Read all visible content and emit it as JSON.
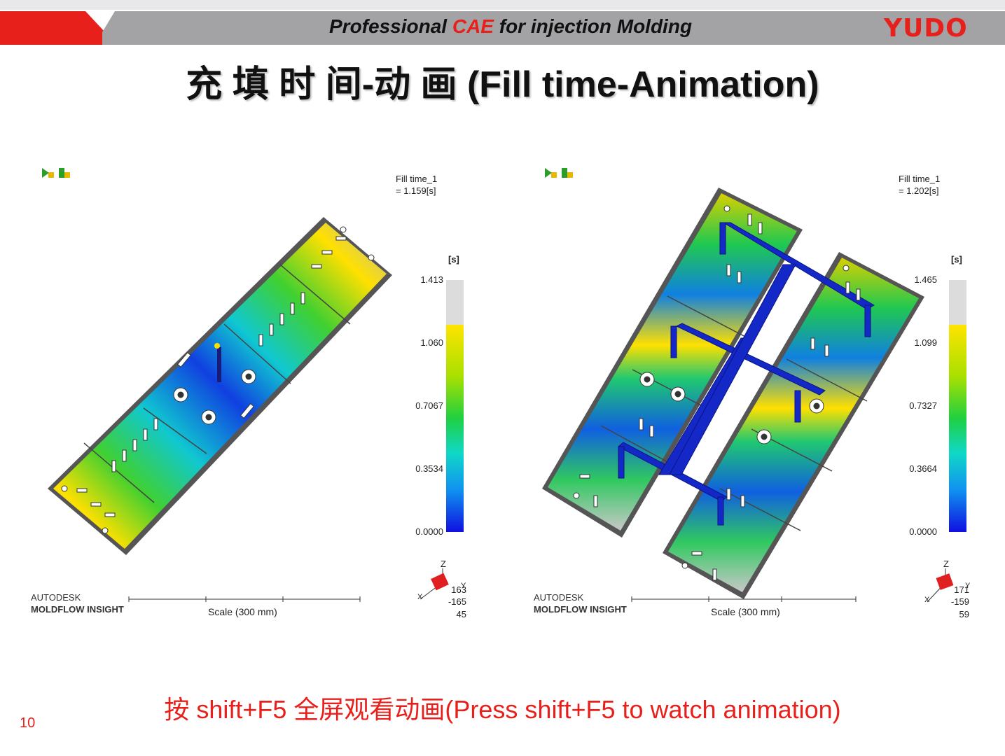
{
  "header": {
    "banner_prefix": "Professional ",
    "banner_highlight": "CAE",
    "banner_suffix": " for injection Molding",
    "logo": "YUDO",
    "colors": {
      "red": "#e8201c",
      "grey": "#a3a3a6"
    }
  },
  "title": "充 填 时 间-动 画 (Fill  time-Animation)",
  "panels": [
    {
      "fill_label_line1": "Fill time_1",
      "fill_label_line2": "= 1.159[s]",
      "unit": "[s]",
      "ticks": [
        "1.413",
        "1.060",
        "0.7067",
        "0.3534",
        "0.0000"
      ],
      "autodesk": "AUTODESK",
      "moldflow": "MOLDFLOW INSIGHT",
      "scale_label": "Scale (300 mm)",
      "triad_axis": "Z",
      "triad_x": "X",
      "triad_y": "Y",
      "triad_values": [
        "163",
        "-165",
        "45"
      ]
    },
    {
      "fill_label_line1": "Fill time_1",
      "fill_label_line2": "= 1.202[s]",
      "unit": "[s]",
      "ticks": [
        "1.465",
        "1.099",
        "0.7327",
        "0.3664",
        "0.0000"
      ],
      "autodesk": "AUTODESK",
      "moldflow": "MOLDFLOW INSIGHT",
      "scale_label": "Scale (300 mm)",
      "triad_axis": "Z",
      "triad_x": "X",
      "triad_y": "Y",
      "triad_values": [
        "171",
        "-159",
        "59"
      ]
    }
  ],
  "footer": {
    "command": "按 shift+F5 全屏观看动画(Press shift+F5 to watch animation)",
    "page_number": "10"
  }
}
